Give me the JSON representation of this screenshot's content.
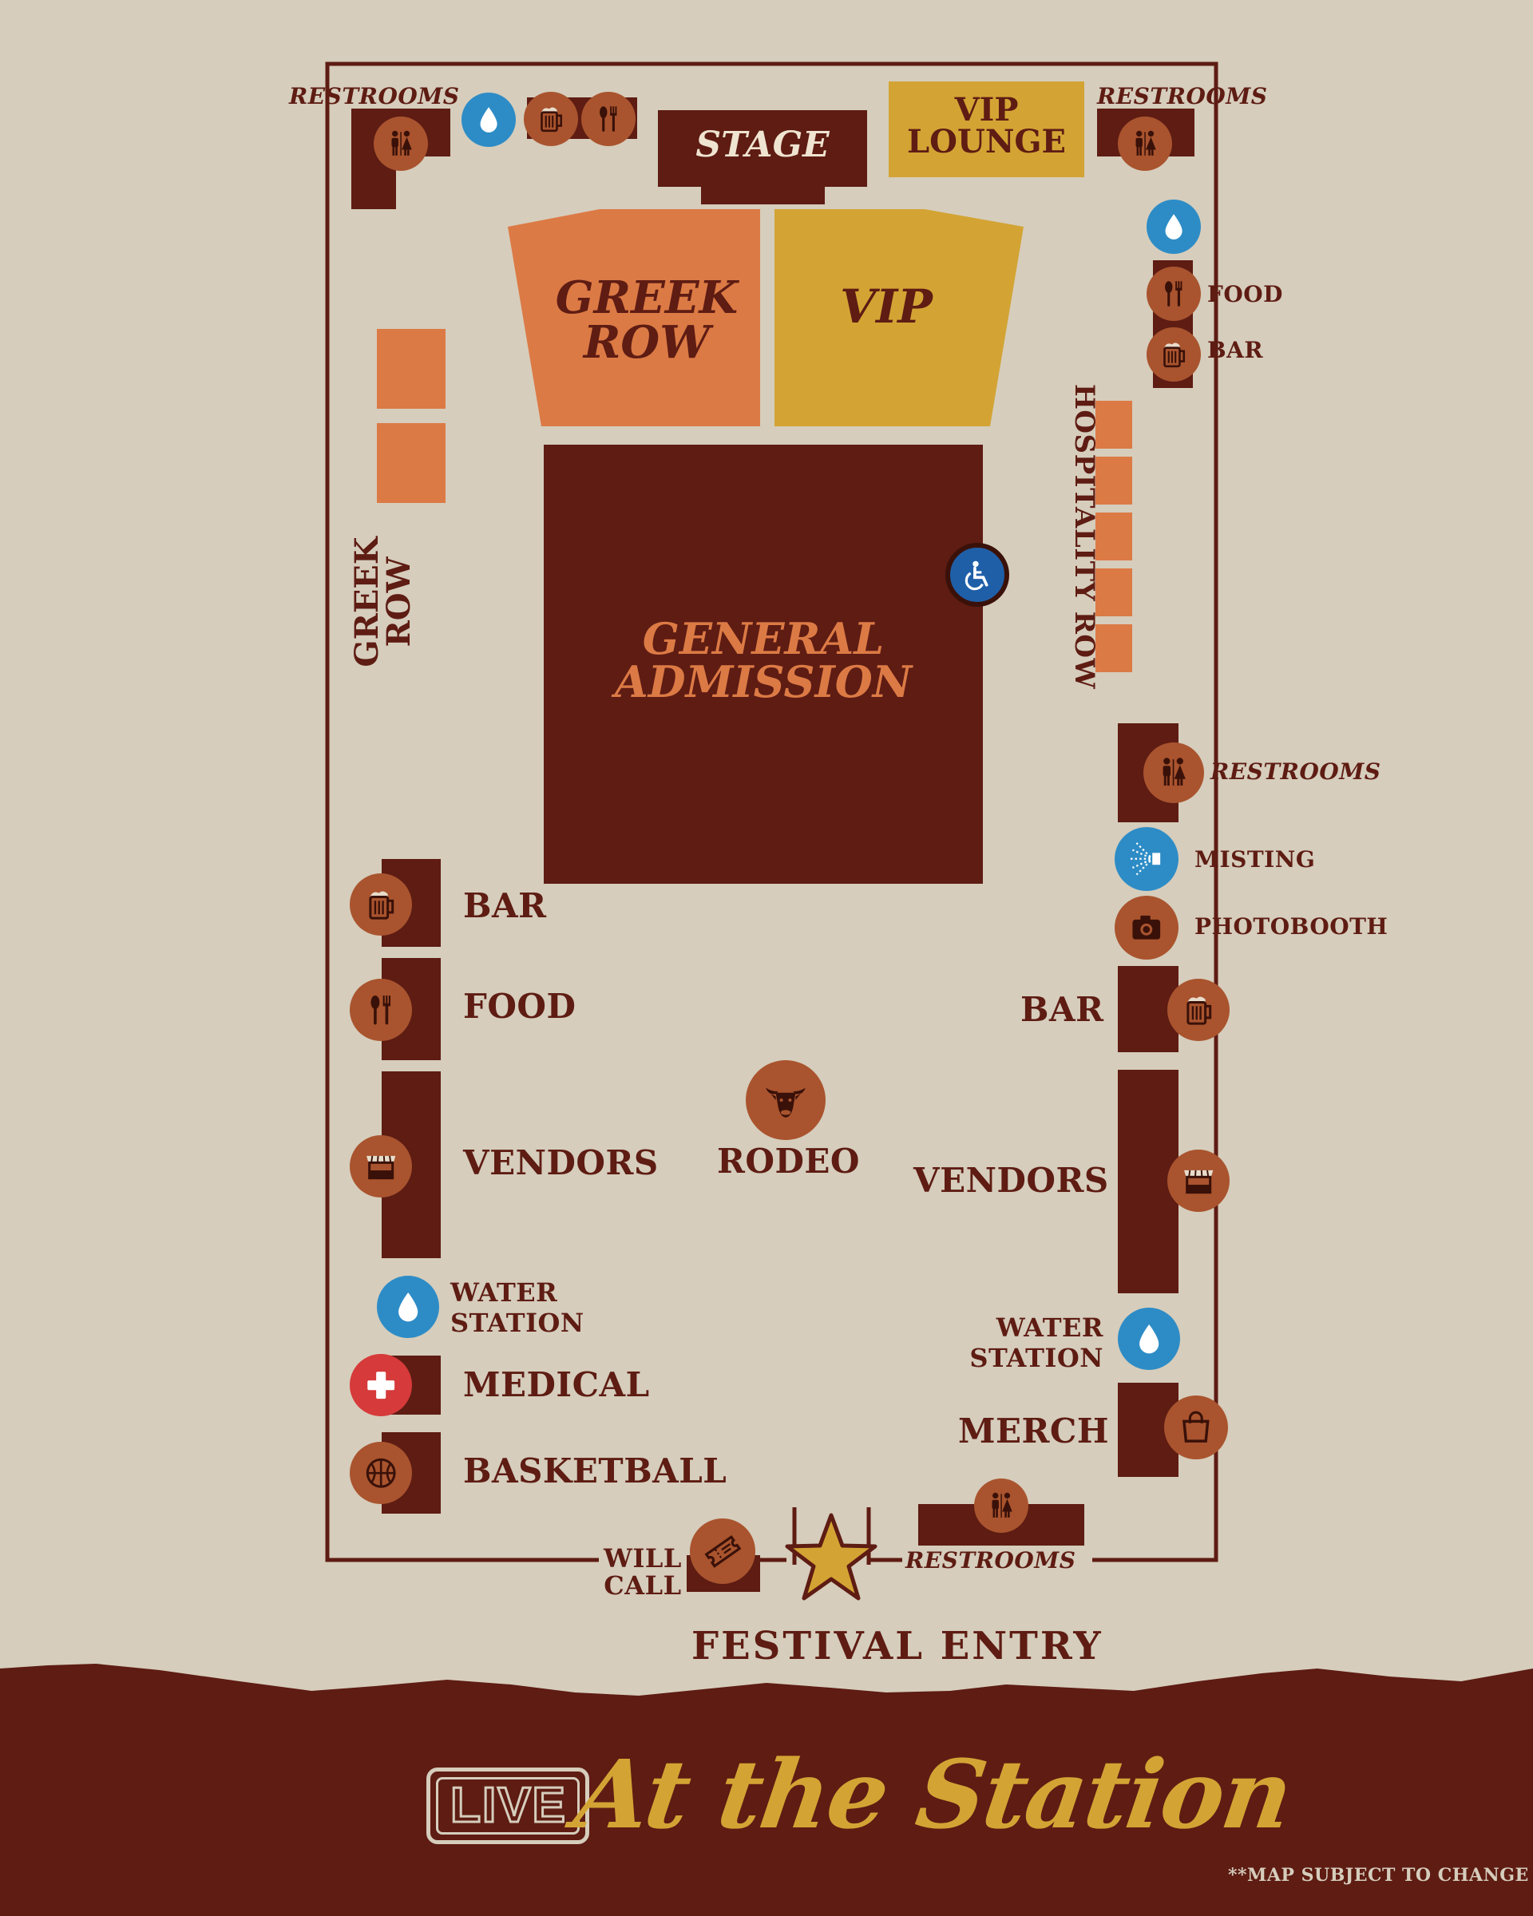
{
  "colors": {
    "background": "#d6cdbc",
    "dark_maroon": "#5e1c13",
    "orange": "#dc7a45",
    "gold": "#d3a434",
    "icon_brown": "#a9542e",
    "water_blue": "#2d8cc6",
    "medical_red": "#d63a3a",
    "accessible_blue": "#1f5fa8"
  },
  "zones": {
    "stage": "STAGE",
    "vip_lounge": [
      "VIP",
      "LOUNGE"
    ],
    "greek_row_front": [
      "GREEK",
      "ROW"
    ],
    "vip": "VIP",
    "general_admission": [
      "GENERAL",
      "ADMISSION"
    ],
    "greek_row_side": [
      "GREEK",
      "ROW"
    ],
    "hospitality_row": "HOSPITALITY ROW"
  },
  "labels": {
    "restrooms_tl": "RESTROOMS",
    "restrooms_tr": "RESTROOMS",
    "food_r": "FOOD",
    "bar_r": "BAR",
    "restrooms_r": "RESTROOMS",
    "misting": "MISTING",
    "photobooth": "PHOTOBOOTH",
    "bar_l": "BAR",
    "food_l": "FOOD",
    "bar_r2": "BAR",
    "vendors_l": "VENDORS",
    "rodeo": "RODEO",
    "vendors_r": "VENDORS",
    "water_station_l": [
      "WATER",
      "STATION"
    ],
    "water_station_r": [
      "WATER",
      "STATION"
    ],
    "medical": "MEDICAL",
    "merch": "MERCH",
    "basketball": "BASKETBALL",
    "will_call": [
      "WILL",
      "CALL"
    ],
    "restrooms_b": "RESTROOMS",
    "festival_entry": "FESTIVAL ENTRY"
  },
  "branding": {
    "live": "LIVE",
    "script": "At the Station",
    "disclaimer": "**MAP SUBJECT TO CHANGE"
  },
  "icons": [
    "restroom-icon",
    "water-drop-icon",
    "beer-mug-icon",
    "fork-spoon-icon",
    "wheelchair-icon",
    "mist-spray-icon",
    "camera-icon",
    "vendor-stall-icon",
    "bull-head-icon",
    "medical-cross-icon",
    "basketball-icon",
    "ticket-icon",
    "shopping-bag-icon",
    "star-icon"
  ]
}
